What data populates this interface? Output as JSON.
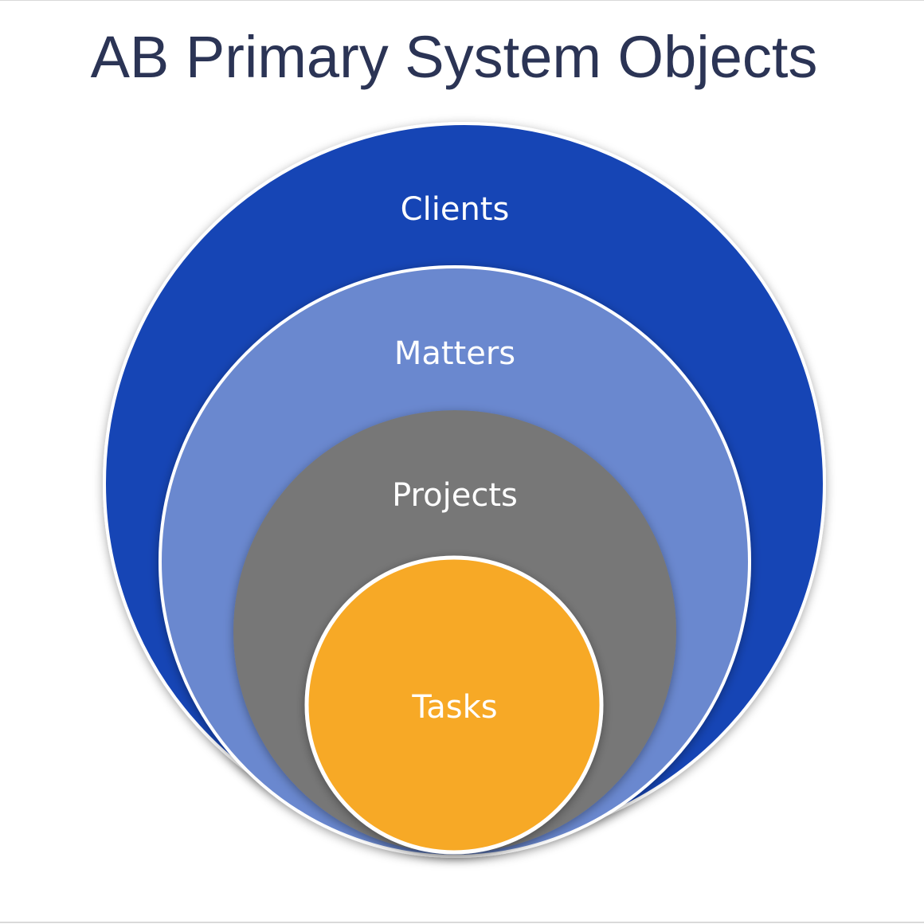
{
  "title": "AB Primary System Objects",
  "rings": [
    {
      "label": "Clients",
      "color": "#1745b5"
    },
    {
      "label": "Matters",
      "color": "#6a88cf"
    },
    {
      "label": "Projects",
      "color": "#777777"
    },
    {
      "label": "Tasks",
      "color": "#f7a928"
    }
  ]
}
